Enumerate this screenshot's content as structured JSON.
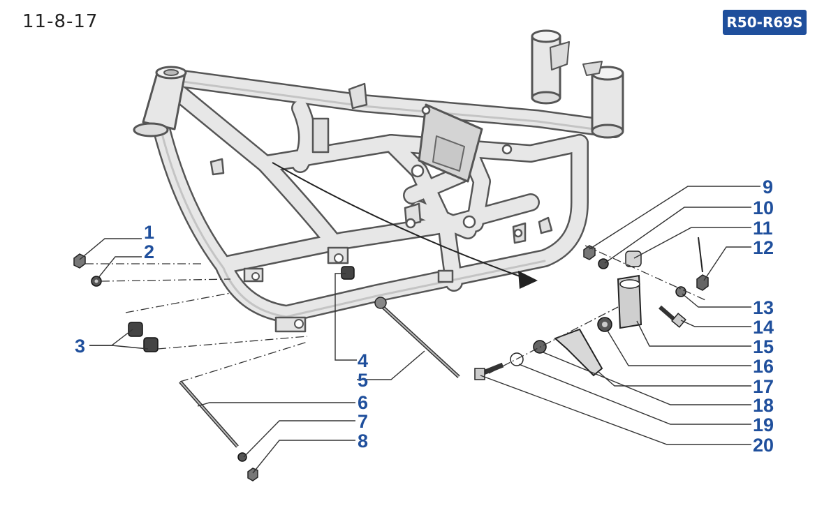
{
  "reference": "11-8-17",
  "model_badge": "R50-R69S",
  "colors": {
    "accent": "#1f4f9c",
    "frame_fill": "#e7e7e7",
    "frame_stroke": "#555555",
    "leader": "#333333"
  },
  "callouts": {
    "c1": "1",
    "c2": "2",
    "c3": "3",
    "c4": "4",
    "c5": "5",
    "c6": "6",
    "c7": "7",
    "c8": "8",
    "c9": "9",
    "c10": "10",
    "c11": "11",
    "c12": "12",
    "c13": "13",
    "c14": "14",
    "c15": "15",
    "c16": "16",
    "c17": "17",
    "c18": "18",
    "c19": "19",
    "c20": "20"
  }
}
